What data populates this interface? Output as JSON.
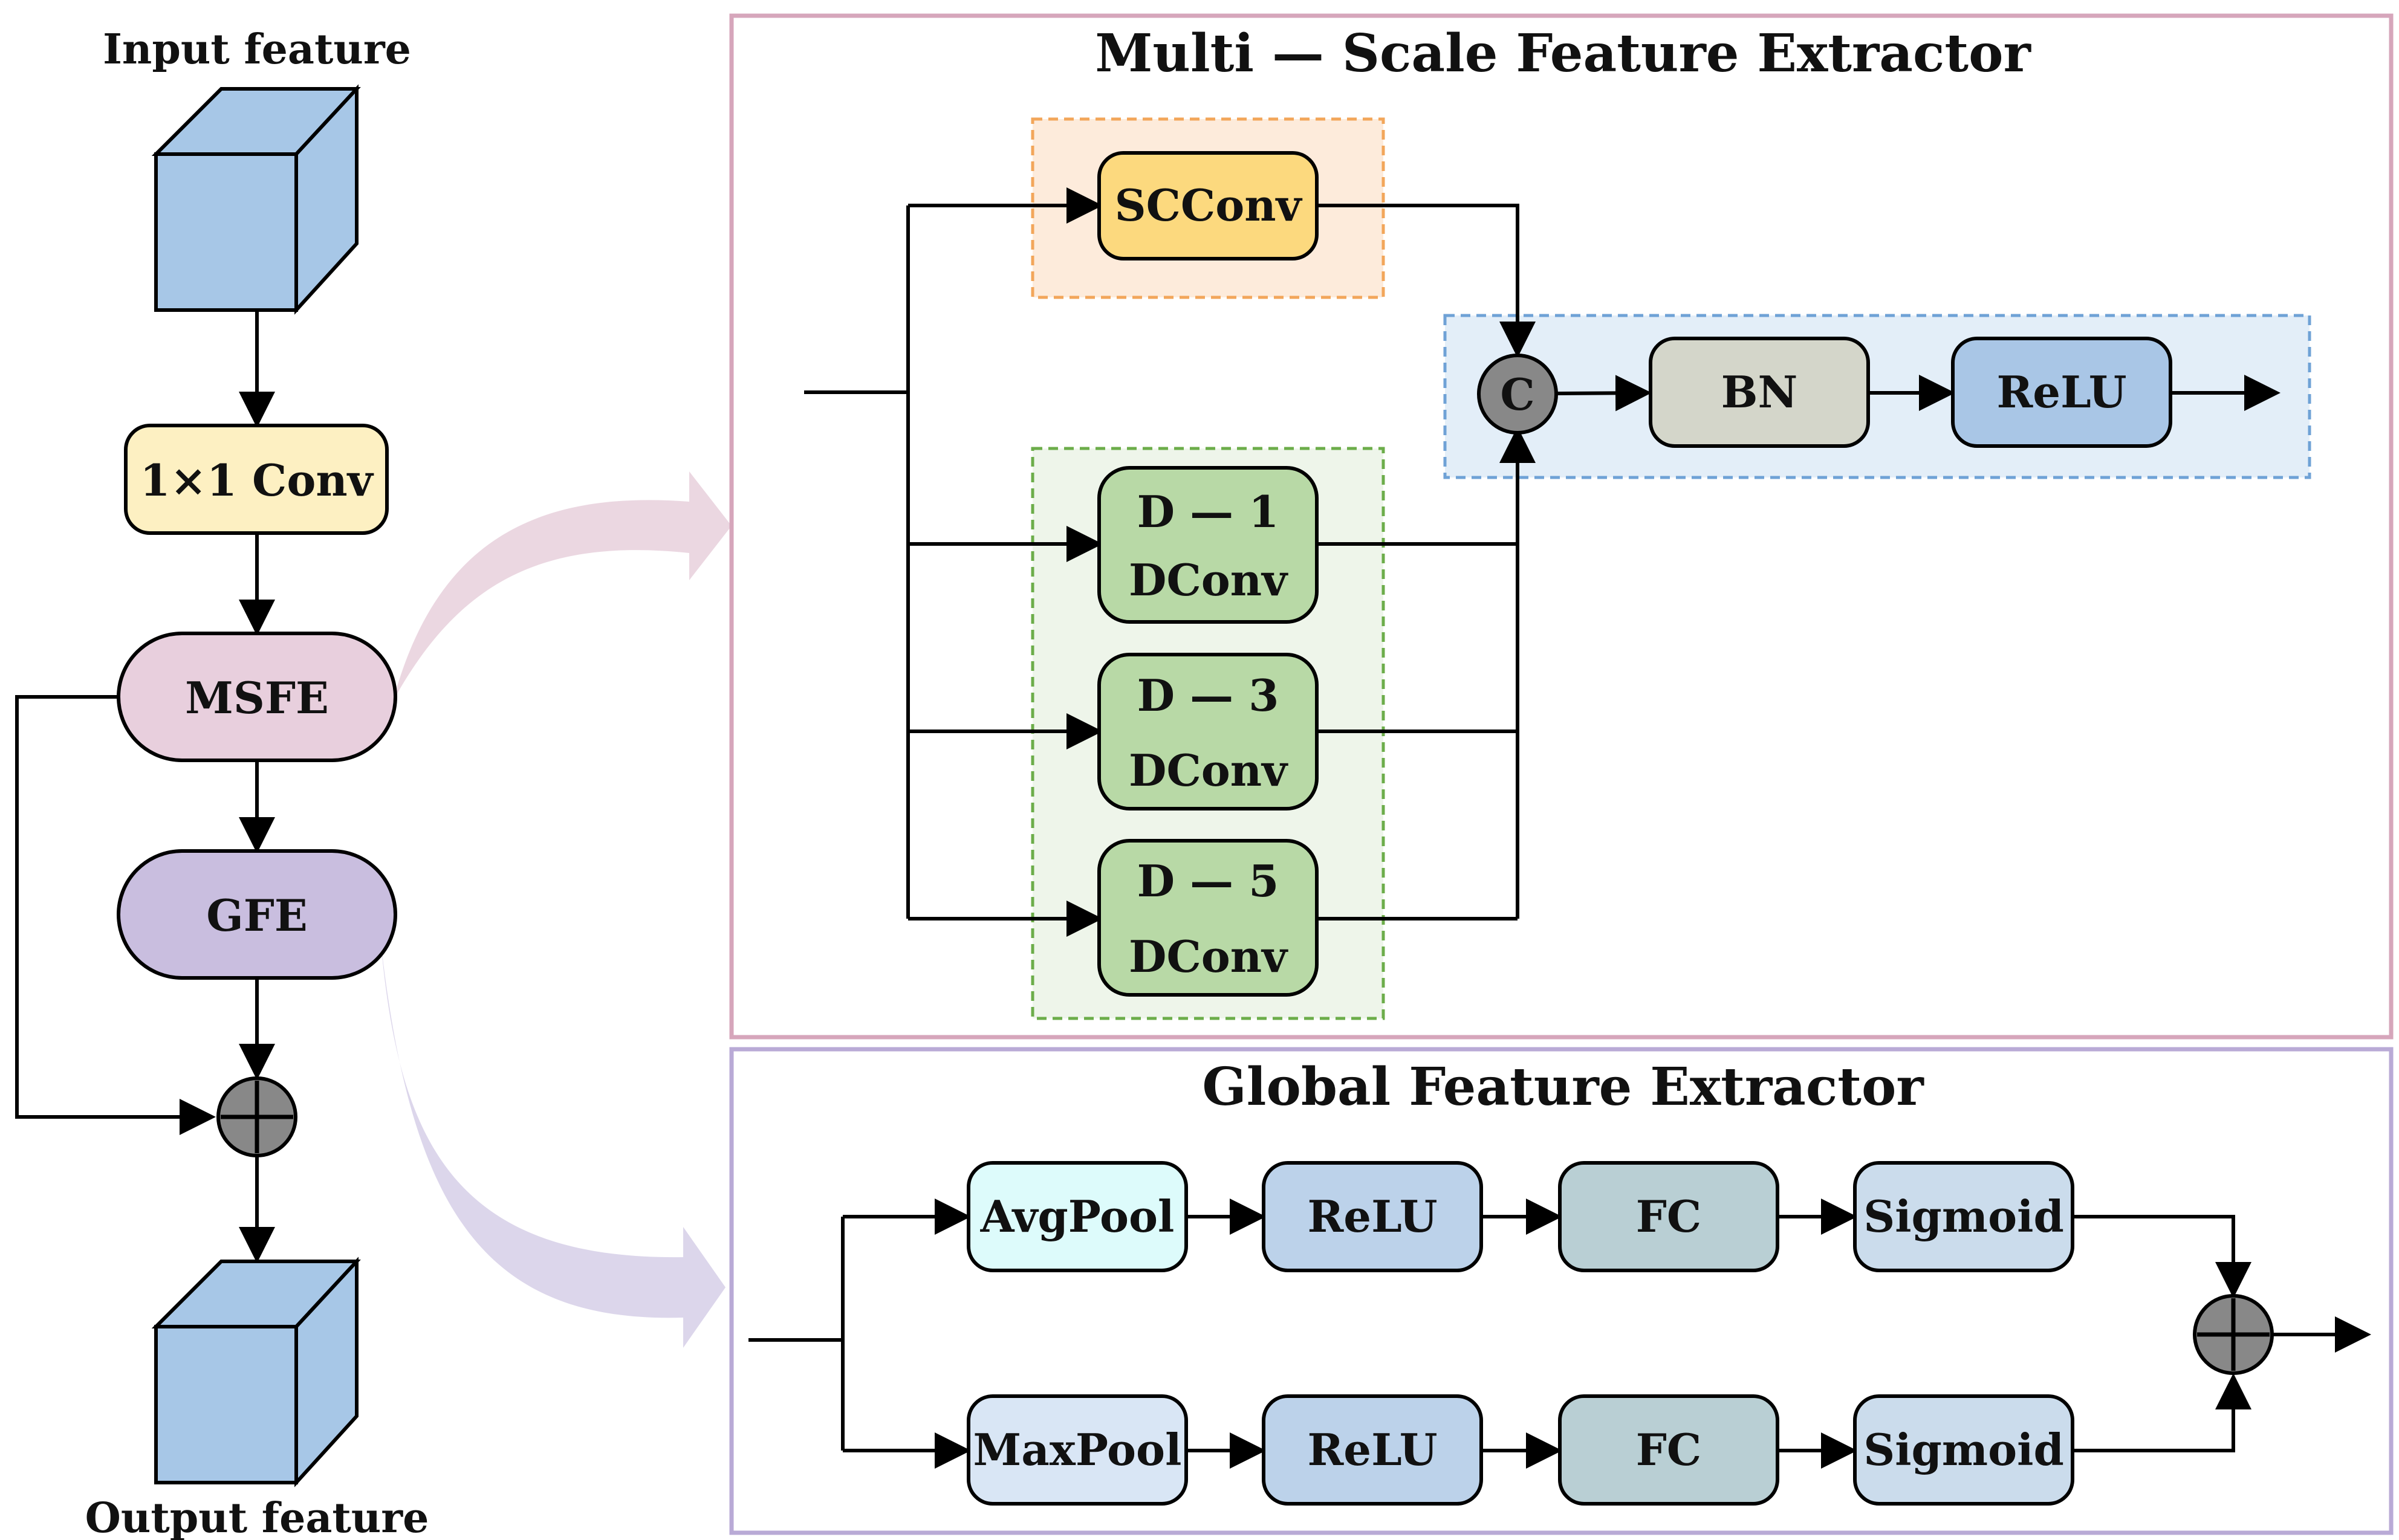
{
  "left": {
    "input_caption": "Input feature",
    "output_caption": "Output feature",
    "conv_label": "1×1 Conv",
    "msfe_label": "MSFE",
    "gfe_label": "GFE",
    "add_symbol": "+"
  },
  "msfe_panel": {
    "title": "Multi — Scale Feature Extractor",
    "scconv_label": "SCConv",
    "concat_symbol": "C",
    "bn_label": "BN",
    "relu_label": "ReLU",
    "dconv_blocks": [
      {
        "line1": "D — 1",
        "line2": "DConv"
      },
      {
        "line1": "D — 3",
        "line2": "DConv"
      },
      {
        "line1": "D — 5",
        "line2": "DConv"
      }
    ]
  },
  "gfe_panel": {
    "title": "Global Feature Extractor",
    "top_row": [
      "AvgPool",
      "ReLU",
      "FC",
      "Sigmoid"
    ],
    "bottom_row": [
      "MaxPool",
      "ReLU",
      "FC",
      "Sigmoid"
    ],
    "add_symbol": "+"
  },
  "colors": {
    "cube": "#a7c7e7",
    "conv": "#fdf0c2",
    "msfe": "#e8cfdd",
    "gfe": "#c9bedf",
    "scconv": "#fcd97e",
    "dconv": "#b8d9a6",
    "bn": "#d4d6ca",
    "relu": "#a9c6e6",
    "avgpool": "#ddfbfb",
    "maxpool": "#d9e6f5",
    "fc": "#b9cfd4",
    "sigmoid": "#cbdcec",
    "circle": "#888888",
    "msfe_panel_border": "#d6a6bb",
    "gfe_panel_border": "#b9aad6"
  }
}
